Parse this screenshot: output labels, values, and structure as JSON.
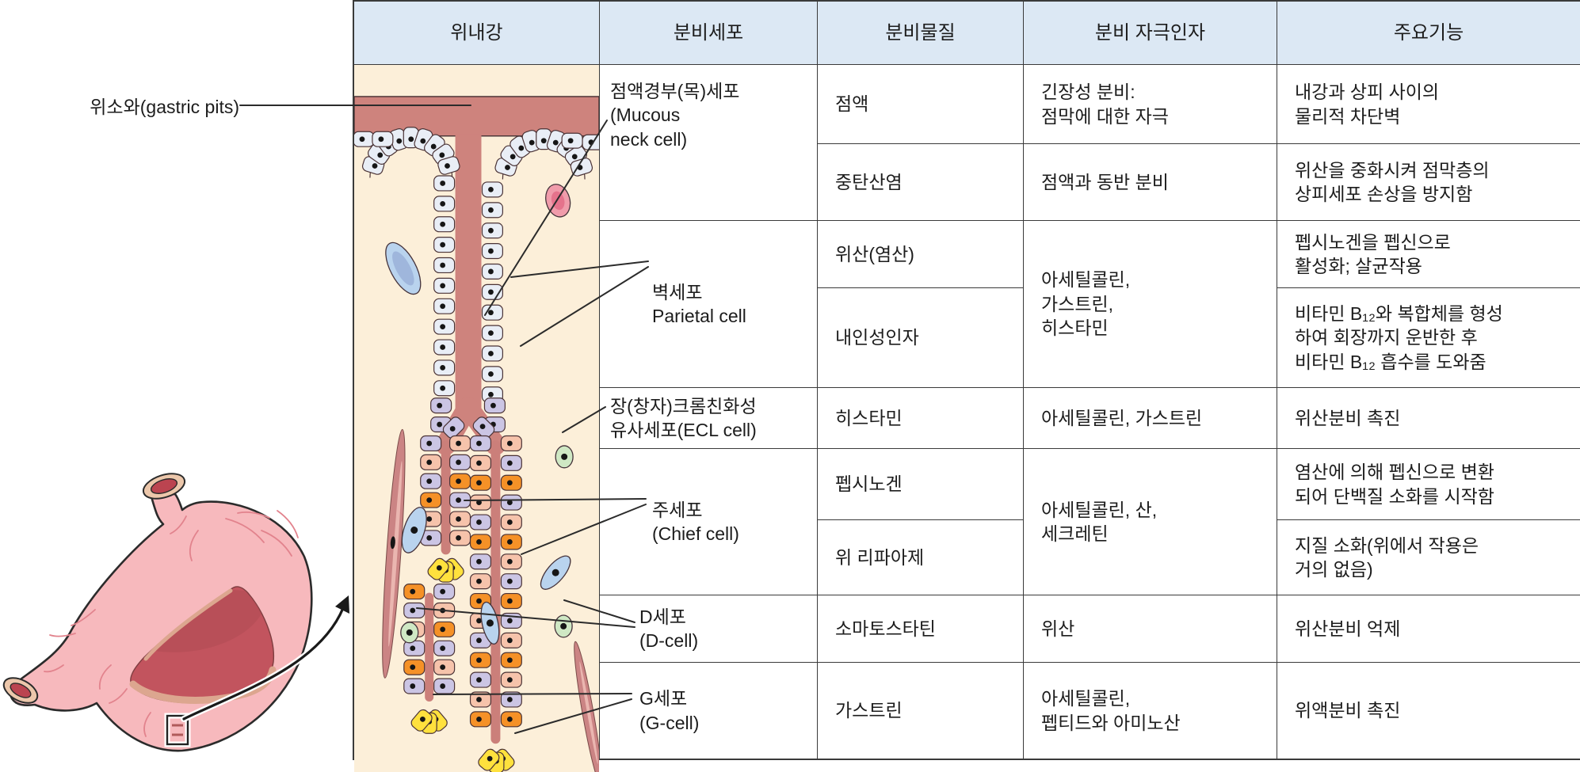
{
  "left_panel": {
    "gastric_pits_label": "위소와(gastric pits)"
  },
  "table": {
    "headers": {
      "lumen": "위내강",
      "cell": "분비세포",
      "substance": "분비물질",
      "stimulus": "분비 자극인자",
      "function": "주요기능"
    },
    "secretory_cells": {
      "mucous_neck": "점액경부(목)세포\n(Mucous\nneck cell)",
      "parietal": "벽세포\nParietal cell",
      "ecl": "장(창자)크롬친화성\n유사세포(ECL cell)",
      "chief": "주세포\n(Chief cell)",
      "d_cell": "D세포\n(D-cell)",
      "g_cell": "G세포\n(G-cell)"
    },
    "substances": {
      "mucus": "점액",
      "bicarbonate": "중탄산염",
      "acid": "위산(염산)",
      "intrinsic_factor": "내인성인자",
      "histamine": "히스타민",
      "pepsinogen": "펩시노겐",
      "gastric_lipase": "위 리파아제",
      "somatostatin": "소마토스타틴",
      "gastrin": "가스트린"
    },
    "stimuli": {
      "mucus": "긴장성 분비:\n점막에 대한 자극",
      "bicarbonate": "점액과 동반 분비",
      "acid_intrinsic": "아세틸콜린,\n가스트린,\n히스타민",
      "histamine": "아세틸콜린, 가스트린",
      "pepsinogen_lipase": "아세틸콜린, 산,\n세크레틴",
      "somatostatin": "위산",
      "gastrin": "아세틸콜린,\n펩티드와 아미노산"
    },
    "functions": {
      "mucus": "내강과 상피 사이의\n물리적 차단벽",
      "bicarbonate": "위산을 중화시켜 점막층의\n상피세포 손상을 방지함",
      "acid": "펩시노겐을 펩신으로\n활성화; 살균작용",
      "intrinsic_factor": "비타민 B₁₂와 복합체를 형성\n하여 회장까지 운반한 후\n비타민 B₁₂ 흡수를 도와줌",
      "histamine": "위산분비 촉진",
      "pepsinogen": "염산에 의해 펩신으로 변환\n되어 단백질 소화를 시작함",
      "gastric_lipase": "지질 소화(위에서 작용은\n거의 없음)",
      "somatostatin": "위산분비 억제",
      "gastrin": "위액분비 촉진"
    }
  },
  "colors": {
    "header_bg": "#dce8f4",
    "table_border": "#3a3a3a",
    "text": "#1c1c1c",
    "gland_background": "#fcefd9",
    "lumen_rose": "#ce837d",
    "surface_cell_blue": "#e9eef6",
    "neck_cell_lavender": "#cbc5e4",
    "peach_cell": "#f6c3ab",
    "orange_cell": "#f59127",
    "yellow_cell": "#ffe13d",
    "green_cell": "#cfe8c4",
    "capillary_blue": "#b9d3ee",
    "red_blood_cell_pink": "#f09cab",
    "smooth_muscle_rose": "#cb8484",
    "stomach_pink": "#f7b9bd",
    "stomach_window_red": "#c2545e",
    "stomach_rim_tan": "#dca68f"
  }
}
